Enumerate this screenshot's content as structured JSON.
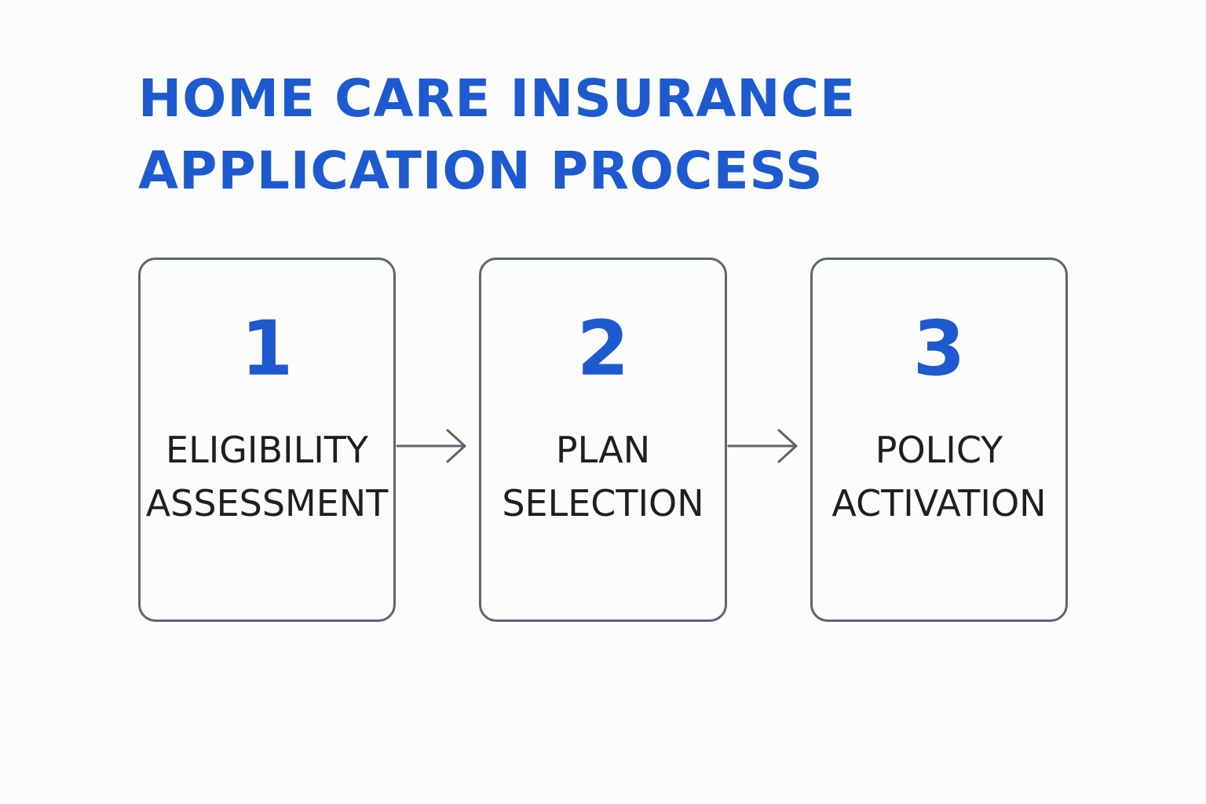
{
  "title": {
    "line1": "HOME CARE INSURANCE",
    "line2": "APPLICATION PROCESS"
  },
  "steps": [
    {
      "number": "1",
      "label_line1": "ELIGIBILITY",
      "label_line2": "ASSESSMENT"
    },
    {
      "number": "2",
      "label_line1": "PLAN",
      "label_line2": "SELECTION"
    },
    {
      "number": "3",
      "label_line1": "POLICY",
      "label_line2": "ACTIVATION"
    }
  ],
  "colors": {
    "accent": "#1d5ad0",
    "border": "#5d6670",
    "text": "#1f1f1f",
    "background": "#fcfcfa"
  },
  "icons": [
    "arrow-right-icon"
  ]
}
